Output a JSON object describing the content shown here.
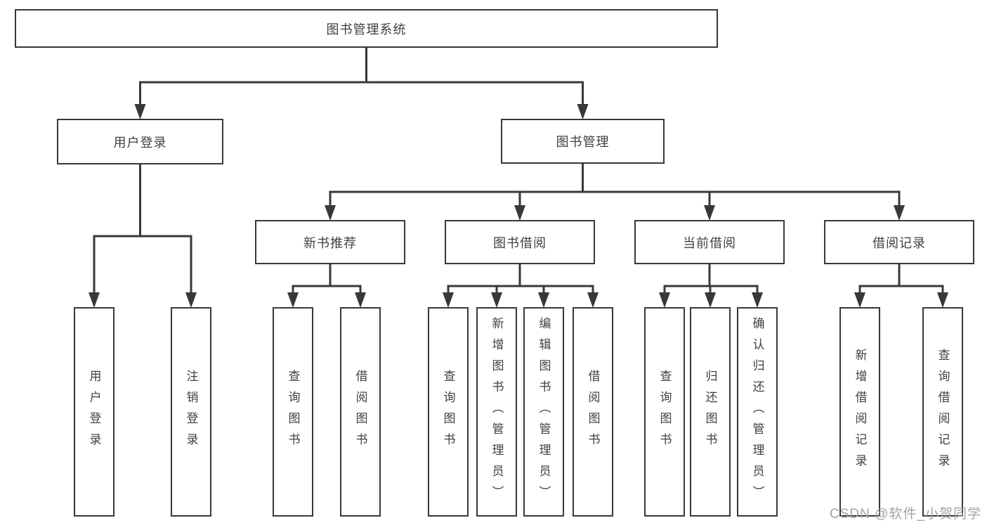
{
  "diagram": {
    "type": "tree",
    "title": "图书管理系统",
    "background": "#ffffff",
    "line_color": "#383838",
    "text_color": "#404040",
    "nodes": [
      {
        "id": "root",
        "label": "图书管理系统",
        "parent": null
      },
      {
        "id": "user-login",
        "label": "用户登录",
        "parent": "root"
      },
      {
        "id": "book-management",
        "label": "图书管理",
        "parent": "root"
      },
      {
        "id": "new-book-recommend",
        "label": "新书推荐",
        "parent": "book-management"
      },
      {
        "id": "book-borrowing",
        "label": "图书借阅",
        "parent": "book-management"
      },
      {
        "id": "current-borrowing",
        "label": "当前借阅",
        "parent": "book-management"
      },
      {
        "id": "borrowing-records",
        "label": "借阅记录",
        "parent": "book-management"
      },
      {
        "id": "login",
        "label": "用户登录",
        "parent": "user-login"
      },
      {
        "id": "logout",
        "label": "注销登录",
        "parent": "user-login"
      },
      {
        "id": "rec-query-book",
        "label": "查询图书",
        "parent": "new-book-recommend"
      },
      {
        "id": "rec-borrow-book",
        "label": "借阅图书",
        "parent": "new-book-recommend"
      },
      {
        "id": "bb-query-book",
        "label": "查询图书",
        "parent": "book-borrowing"
      },
      {
        "id": "bb-add-book",
        "label": "新增图书（管理员）",
        "parent": "book-borrowing"
      },
      {
        "id": "bb-edit-book",
        "label": "编辑图书（管理员）",
        "parent": "book-borrowing"
      },
      {
        "id": "bb-borrow-book",
        "label": "借阅图书",
        "parent": "book-borrowing"
      },
      {
        "id": "cb-query-book",
        "label": "查询图书",
        "parent": "current-borrowing"
      },
      {
        "id": "cb-return-book",
        "label": "归还图书",
        "parent": "current-borrowing"
      },
      {
        "id": "cb-confirm-return",
        "label": "确认归还（管理员）",
        "parent": "current-borrowing"
      },
      {
        "id": "br-add-record",
        "label": "新增借阅记录",
        "parent": "borrowing-records"
      },
      {
        "id": "br-query-record",
        "label": "查询借阅记录",
        "parent": "borrowing-records"
      }
    ]
  },
  "watermark": {
    "text": "CSDN @软件_小贺同学",
    "color": "#a3a3a3"
  }
}
